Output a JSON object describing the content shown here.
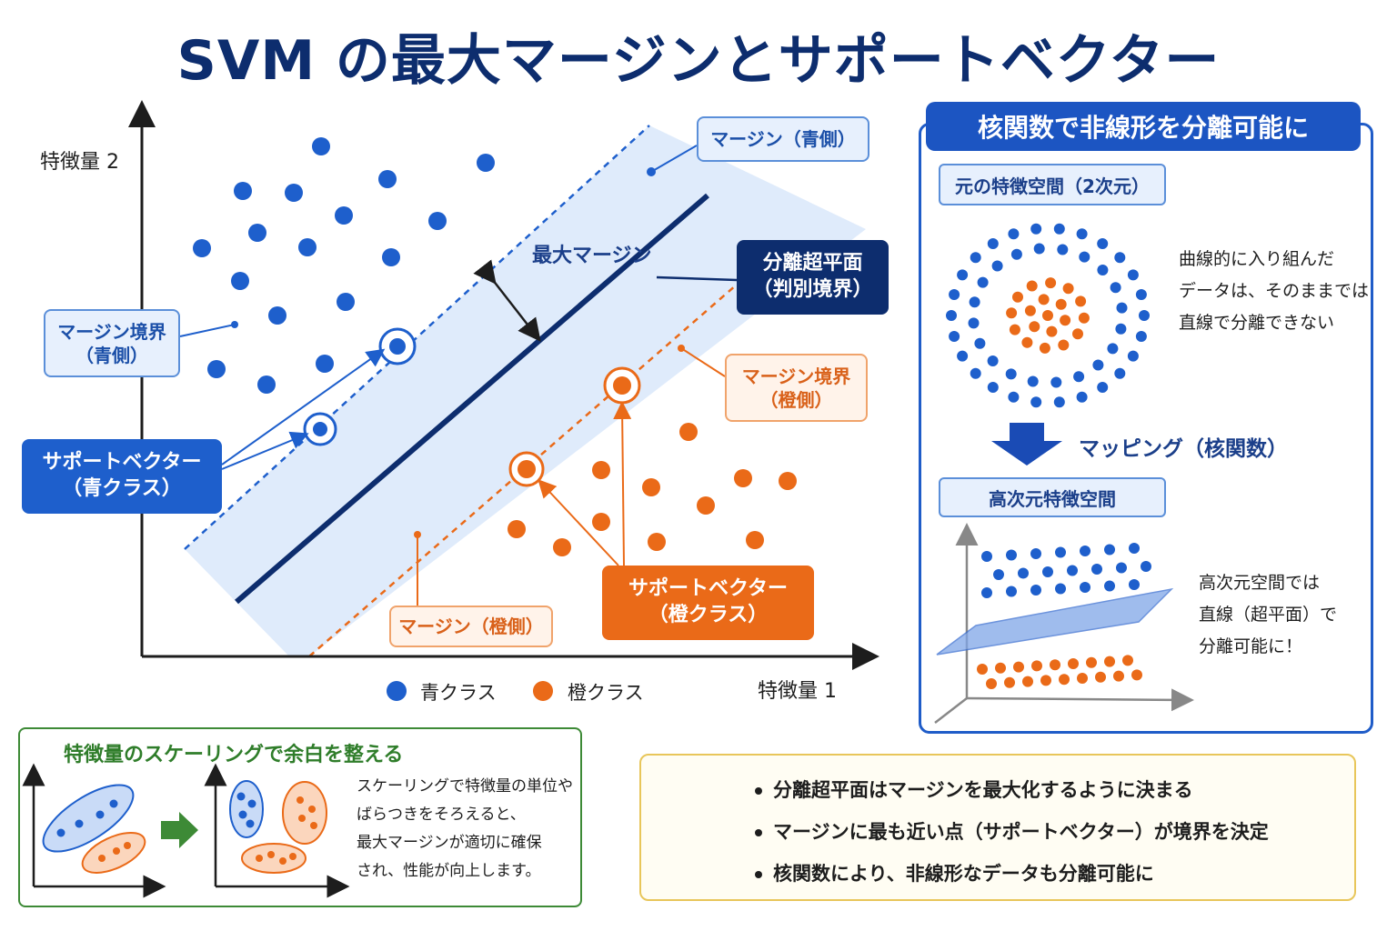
{
  "title": "SVM の最大マージンとサポートベクター",
  "colors": {
    "blue": "#1e5fcc",
    "orange": "#ea6a18",
    "navy": "#0d2d6e",
    "margin_fill": "#dce9fb",
    "green": "#2f7d2a",
    "yellow": "#e8c65a"
  },
  "main_plot": {
    "axis_y_label": "特徴量 2",
    "axis_x_label": "特徴量 1",
    "margin_label": "最大マージン",
    "labels": {
      "margin_blue": "マージン（青側）",
      "margin_orange": "マージン（橙側）",
      "hyperplane_line1": "分離超平面",
      "hyperplane_line2": "（判別境界）",
      "boundary_blue_line1": "マージン境界",
      "boundary_blue_line2": "（青側）",
      "boundary_orange_line1": "マージン境界",
      "boundary_orange_line2": "（橙側）",
      "sv_blue_line1": "サポートベクター",
      "sv_blue_line2": "（青クラス）",
      "sv_orange_line1": "サポートベクター",
      "sv_orange_line2": "（橙クラス）"
    },
    "legend": {
      "blue": "青クラス",
      "orange": "橙クラス"
    }
  },
  "kernel_panel": {
    "title": "核関数で非線形を分離可能に",
    "original_space_label": "元の特徴空間（2次元）",
    "original_space_note_lines": [
      "曲線的に入り組んだ",
      "データは、そのままでは",
      "直線で分離できない"
    ],
    "mapping_label": "マッピング（核関数）",
    "high_dim_label": "高次元特徴空間",
    "high_dim_note_lines": [
      "高次元空間では",
      "直線（超平面）で",
      "分離可能に！"
    ]
  },
  "scaling_panel": {
    "title": "特徴量のスケーリングで余白を整える",
    "text_lines": [
      "スケーリングで特徴量の単位や",
      "ばらつきをそろえると、",
      "最大マージンが適切に確保",
      "され、性能が向上します。"
    ]
  },
  "tips": {
    "icon": "lightbulb-icon",
    "items": [
      "分離超平面はマージンを最大化するように決まる",
      "マージンに最も近い点（サポートベクター）が境界を決定",
      "核関数により、非線形なデータも分離可能に"
    ]
  }
}
